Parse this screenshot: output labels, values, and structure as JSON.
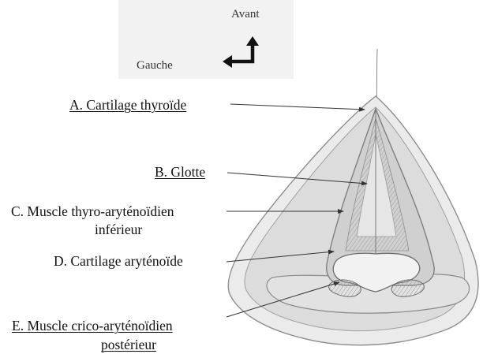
{
  "orientation": {
    "front_label": "Avant",
    "left_label": "Gauche",
    "arrow_icon": "up-left-corner-arrow-icon"
  },
  "labels": {
    "a": "A. Cartilage thyroïde",
    "b": "B. Glotte",
    "c_line1": "C. Muscle thyro-aryténoïdien",
    "c_line2": "inférieur",
    "d": "D. Cartilage aryténoïde",
    "e_line1": "E. Muscle crico-aryténoïdien",
    "e_line2": "postérieur"
  }
}
